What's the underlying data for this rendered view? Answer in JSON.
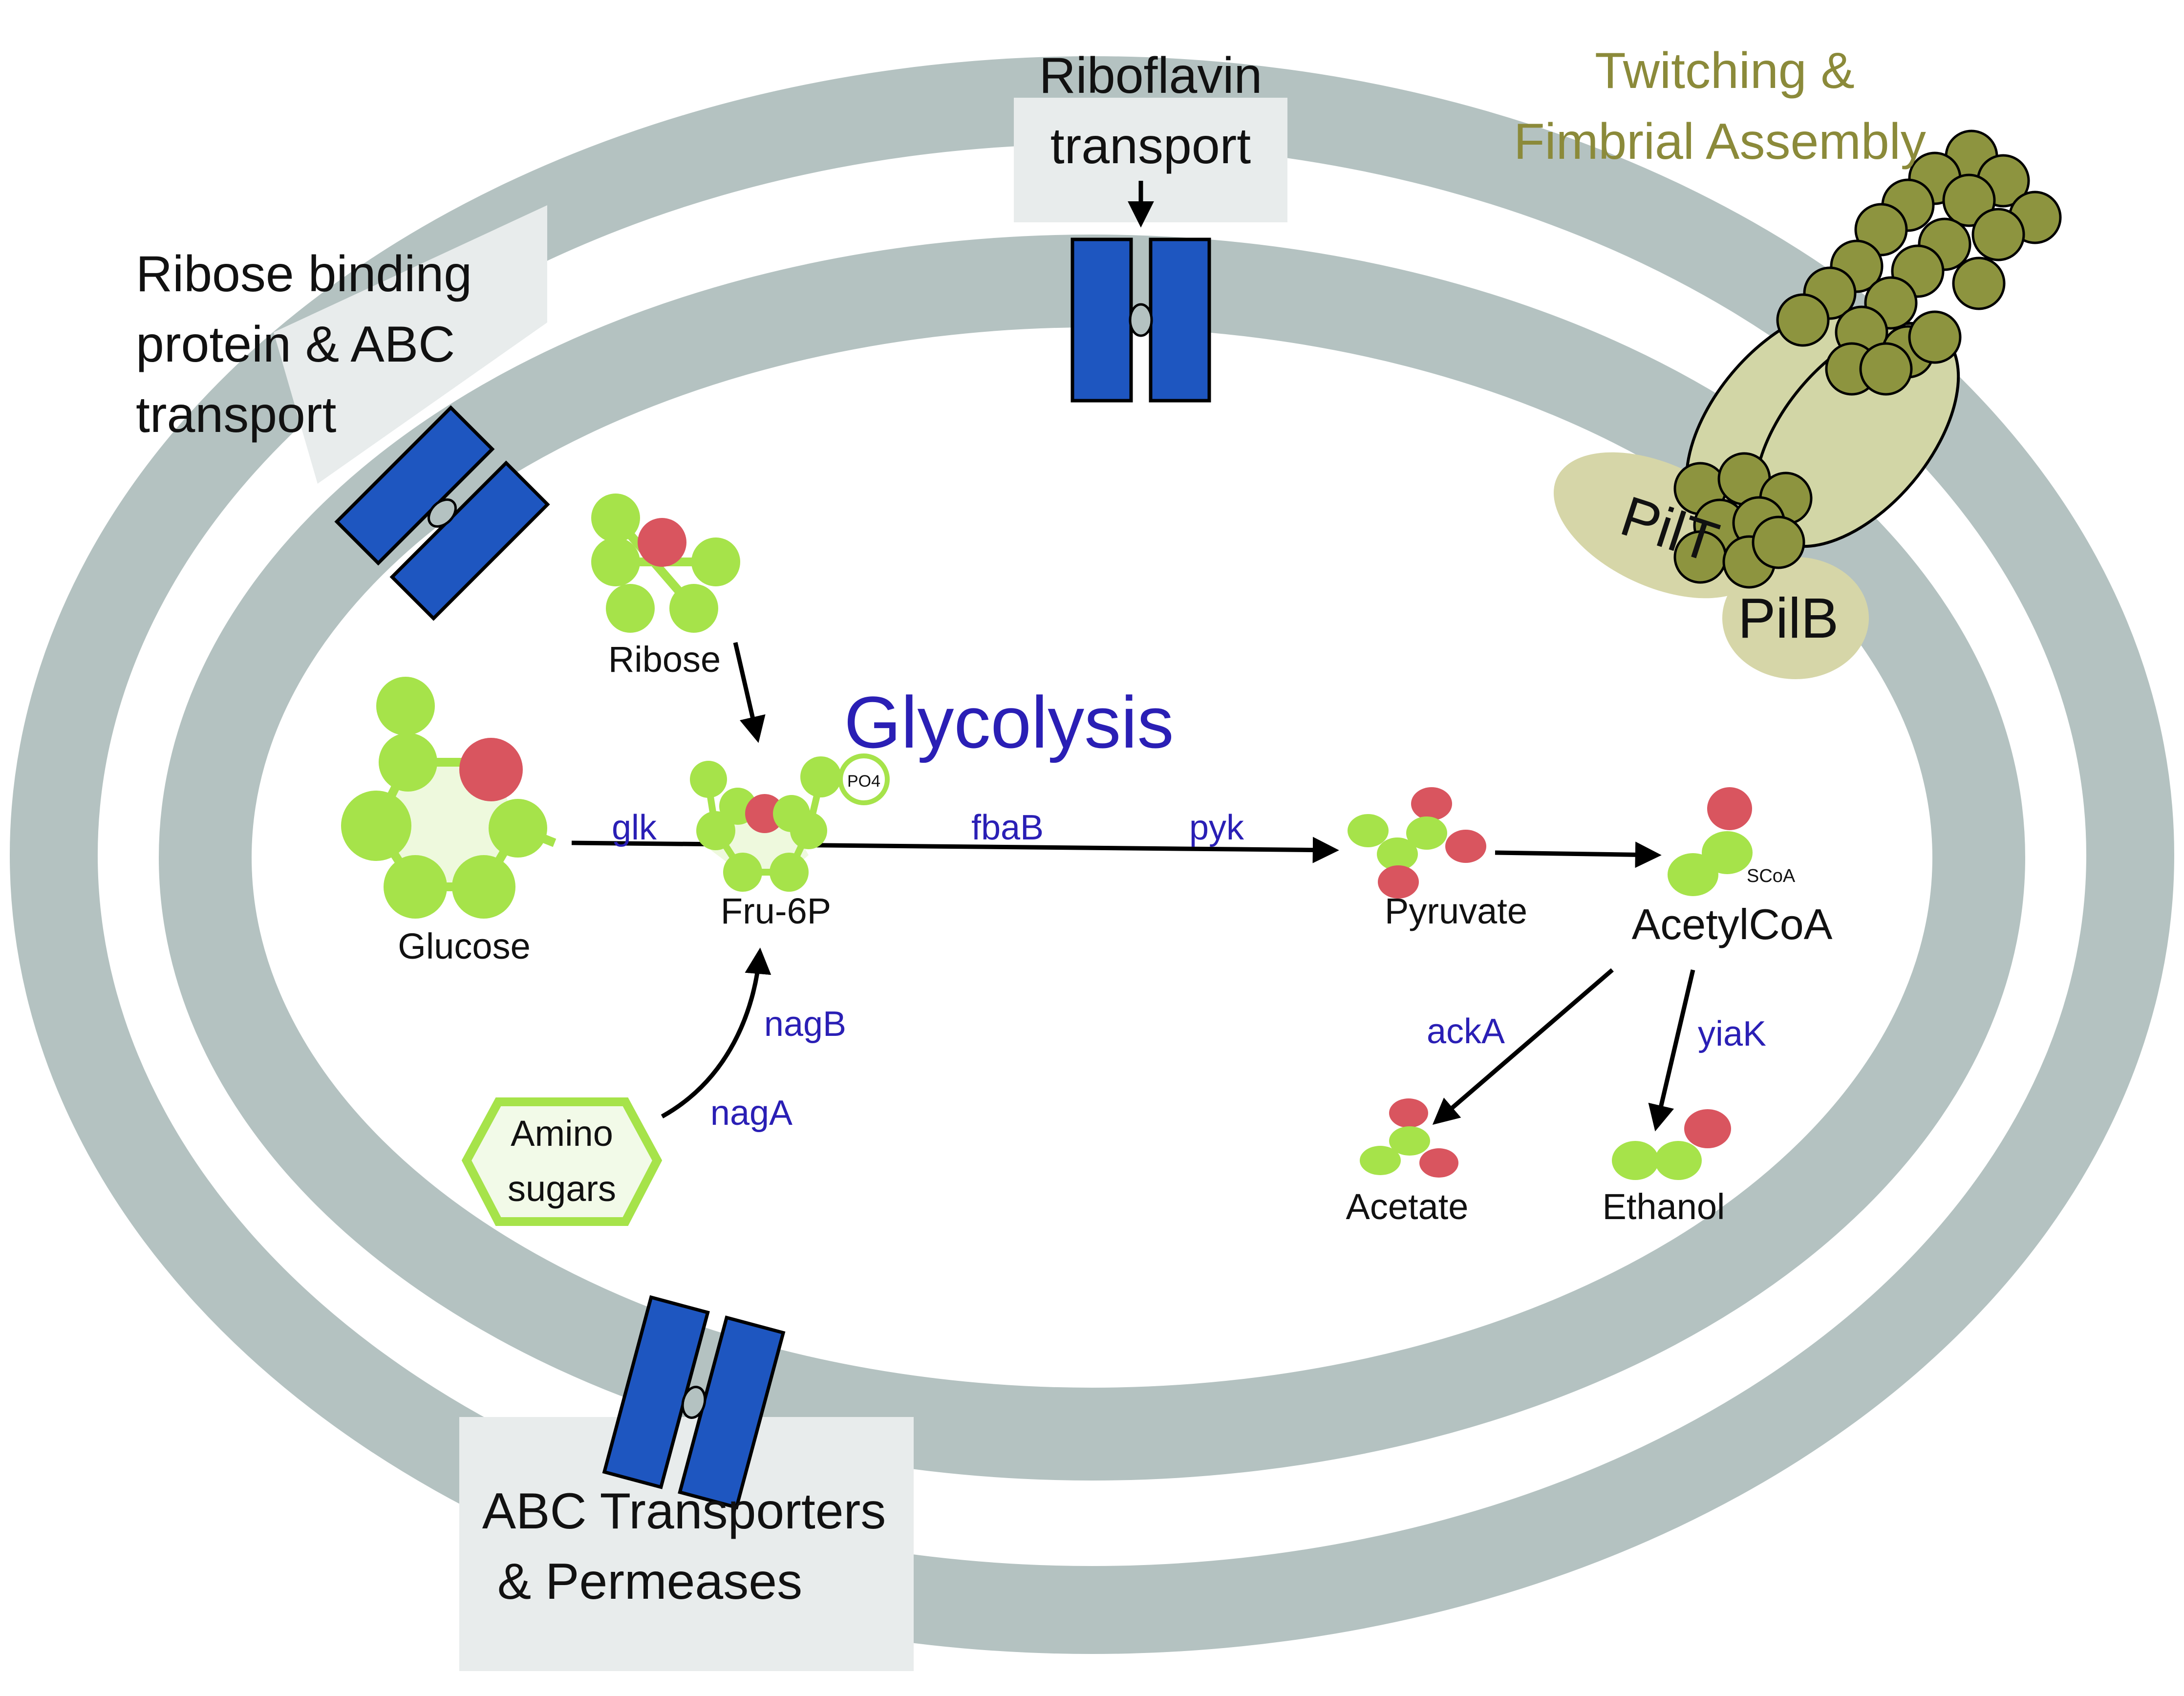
{
  "diagram": {
    "membrane_labels": {
      "ribose_abc": [
        "Ribose binding",
        "protein & ABC",
        "transport"
      ],
      "riboflavin": [
        "Riboflavin",
        "transport"
      ],
      "twitching": [
        "Twitching &",
        "Fimbrial Assembly"
      ],
      "abc_permeases": [
        "ABC Transporters",
        "& Permeases"
      ]
    },
    "pili_labels": {
      "pilT": "PilT",
      "pilB": "PilB"
    },
    "pathway_title": "Glycolysis",
    "molecules": {
      "ribose": "Ribose",
      "glucose": "Glucose",
      "fru6p": "Fru-6P",
      "po4": "PO4",
      "pyruvate": "Pyruvate",
      "scoa": "SCoA",
      "acetylcoa": "AcetylCoA",
      "acetate": "Acetate",
      "ethanol": "Ethanol",
      "amino_sugars": [
        "Amino",
        "sugars"
      ]
    },
    "genes": {
      "glk": "glk",
      "fbaB": "fbaB",
      "pyk": "pyk",
      "nagB": "nagB",
      "nagA": "nagA",
      "ackA": "ackA",
      "yiaK": "yiaK"
    },
    "colors": {
      "membrane": "#b4c2c1",
      "membrane_highlight": "#e8ecec",
      "transporter": "#1e56c0",
      "carbon": "#a6e34a",
      "oxygen": "#d9555f",
      "title_blue": "#2a1fb5",
      "pili_olive": "#8b8a3a",
      "pili_base": "#d2d6a6"
    }
  }
}
